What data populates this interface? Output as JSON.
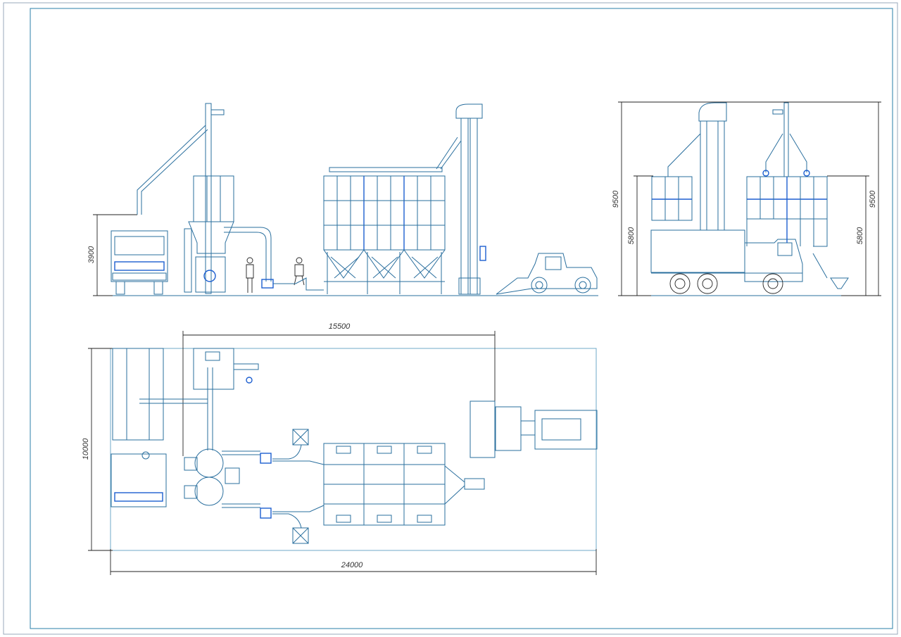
{
  "drawing": {
    "title": "Grain processing plant layout",
    "views": [
      "front-elevation",
      "side-elevation",
      "plan"
    ],
    "dimensions": {
      "front_height": "3900",
      "plan_width_partial": "15500",
      "plan_depth": "10000",
      "plan_total_length": "24000",
      "side_total_height_left": "9500",
      "side_silo_height_left": "5800",
      "side_total_height_right": "9500",
      "side_silo_height_right": "5800"
    },
    "colors": {
      "line": "#2a6f9e",
      "accent": "#1d5fd0",
      "dim": "#333333"
    }
  }
}
